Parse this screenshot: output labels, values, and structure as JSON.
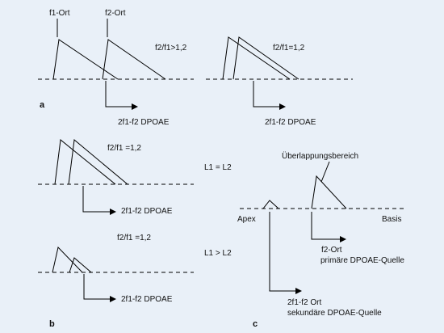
{
  "colors": {
    "background": "#e9f0f8",
    "line": "#000000"
  },
  "panel_a": {
    "f1_label": "f1-Ort",
    "f2_label": "f2-Ort",
    "ratio_left": "f2/f1>1,2",
    "ratio_right": "f2/f1=1,2",
    "dpoae_left": "2f1-f2 DPOAE",
    "dpoae_right": "2f1-f2 DPOAE",
    "panel_label": "a"
  },
  "panel_b": {
    "ratio_top": "f2/f1 =1,2",
    "level_top": "L1 = L2",
    "dpoae_top": "2f1-f2 DPOAE",
    "ratio_bottom": "f2/f1 =1,2",
    "level_bottom": "L1 > L2",
    "dpoae_bottom": "2f1-f2 DPOAE",
    "panel_label": "b"
  },
  "panel_c": {
    "overlap_label": "Überlappungsbereich",
    "apex_label": "Apex",
    "basis_label": "Basis",
    "f2_line1": "f2-Ort",
    "f2_line2": "primäre DPOAE-Quelle",
    "dp_line1": "2f1-f2 Ort",
    "dp_line2": "sekundäre DPOAE-Quelle",
    "panel_label": "c"
  }
}
